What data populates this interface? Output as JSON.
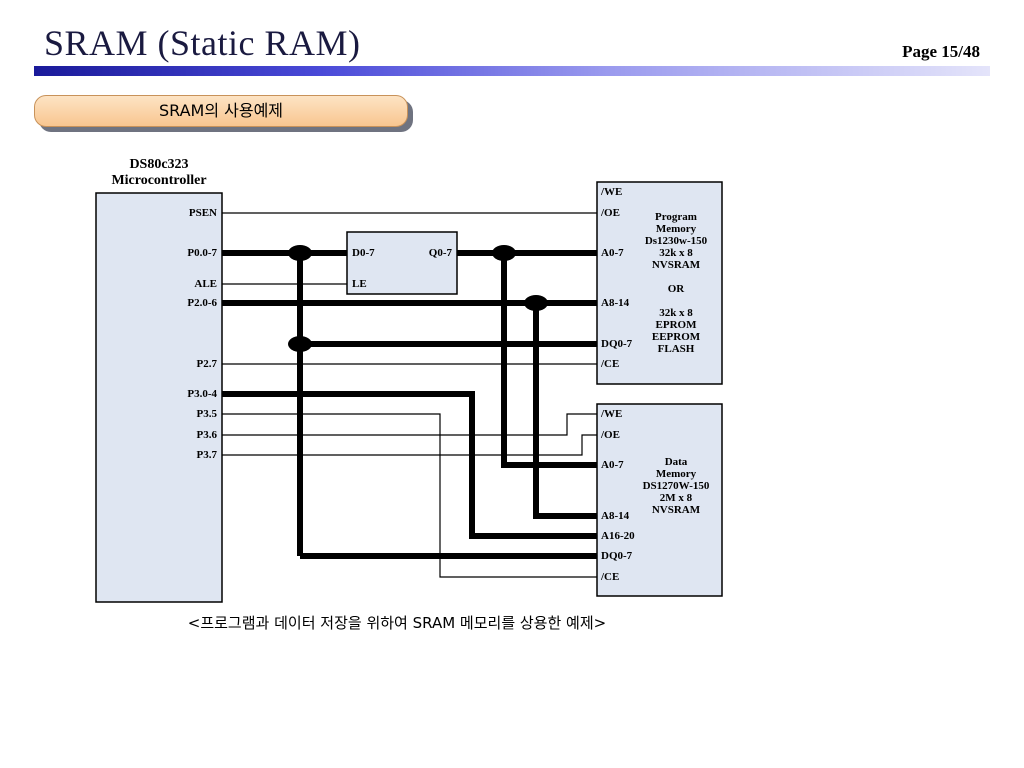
{
  "header": {
    "title": "SRAM (Static RAM)",
    "page": "Page 15/48"
  },
  "section": {
    "label": "SRAM의 사용예제"
  },
  "caption": "<프로그램과 데이터 저장을 위하여 SRAM 메모리를 상용한 예제>",
  "diagram": {
    "mcu": {
      "title_line1": "DS80c323",
      "title_line2": "Microcontroller",
      "pins": [
        "PSEN",
        "P0.0-7",
        "ALE",
        "P2.0-6",
        "P2.7",
        "P3.0-4",
        "P3.5",
        "P3.6",
        "P3.7"
      ]
    },
    "latch": {
      "pins": [
        "D0-7",
        "LE",
        "Q0-7"
      ]
    },
    "program_memory": {
      "pins": [
        "/WE",
        "/OE",
        "A0-7",
        "A8-14",
        "DQ0-7",
        "/CE"
      ],
      "label_lines": [
        "Program",
        "Memory",
        "Ds1230w-150",
        "32k x 8",
        "NVSRAM",
        "OR",
        "32k x 8",
        "EPROM",
        "EEPROM",
        "FLASH"
      ]
    },
    "data_memory": {
      "pins": [
        "/WE",
        "/OE",
        "A0-7",
        "A8-14",
        "A16-20",
        "DQ0-7",
        "/CE"
      ],
      "label_lines": [
        "Data",
        "Memory",
        "DS1270W-150",
        "2M x 8",
        "NVSRAM"
      ]
    }
  }
}
